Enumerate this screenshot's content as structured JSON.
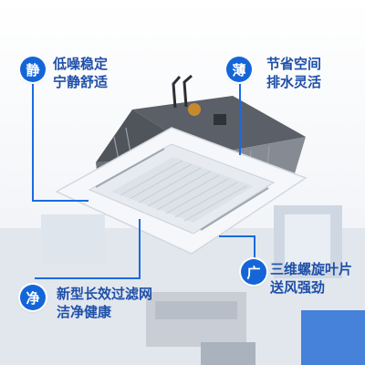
{
  "features": [
    {
      "badge": "静",
      "line1": "低噪稳定",
      "line2": "宁静舒适"
    },
    {
      "badge": "薄",
      "line1": "节省空间",
      "line2": "排水灵活"
    },
    {
      "badge": "净",
      "line1": "新型长效过滤网",
      "line2": "洁净健康"
    },
    {
      "badge": "广",
      "line1": "三维螺旋叶片",
      "line2": "送风强劲"
    }
  ]
}
